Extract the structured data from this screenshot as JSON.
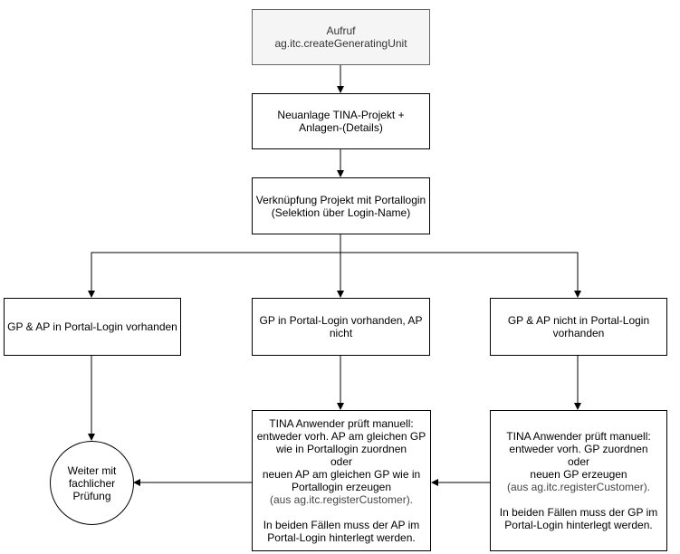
{
  "nodes": {
    "start": {
      "lines": [
        "Aufruf",
        "ag.itc.createGeneratingUnit"
      ]
    },
    "neuanlage": {
      "lines": [
        "Neuanlage TINA-Projekt +",
        "Anlagen-(Details)"
      ]
    },
    "verknuepfung": {
      "lines": [
        "Verknüpfung Projekt mit Portallogin",
        "(Selektion über Login-Name)"
      ]
    },
    "case_both": {
      "lines": [
        "GP & AP in Portal-Login vorhanden"
      ]
    },
    "case_gp_only": {
      "lines": [
        "GP in Portal-Login vorhanden, AP",
        "nicht"
      ]
    },
    "case_none": {
      "lines": [
        "GP & AP nicht in Portal-Login",
        "vorhanden"
      ]
    },
    "manual_ap": {
      "lines": [
        "TINA Anwender prüft manuell:",
        "entweder vorh. AP am gleichen GP",
        "wie in Portallogin zuordnen",
        "oder",
        "neuen AP am gleichen GP wie in",
        "Portallogin erzeugen"
      ],
      "call": "(aus ag.itc.registerCustomer).",
      "note_lines": [
        "In beiden Fällen muss der AP im",
        "Portal-Login hinterlegt werden."
      ]
    },
    "manual_gp": {
      "lines": [
        "TINA Anwender prüft manuell:",
        "entweder vorh. GP zuordnen",
        "oder",
        "neuen GP erzeugen"
      ],
      "call": "(aus ag.itc.registerCustomer).",
      "note_lines": [
        "In beiden Fällen muss der GP im",
        "Portal-Login hinterlegt werden."
      ]
    },
    "end": {
      "lines": [
        "Weiter mit",
        "fachlicher",
        "Prüfung"
      ]
    }
  }
}
